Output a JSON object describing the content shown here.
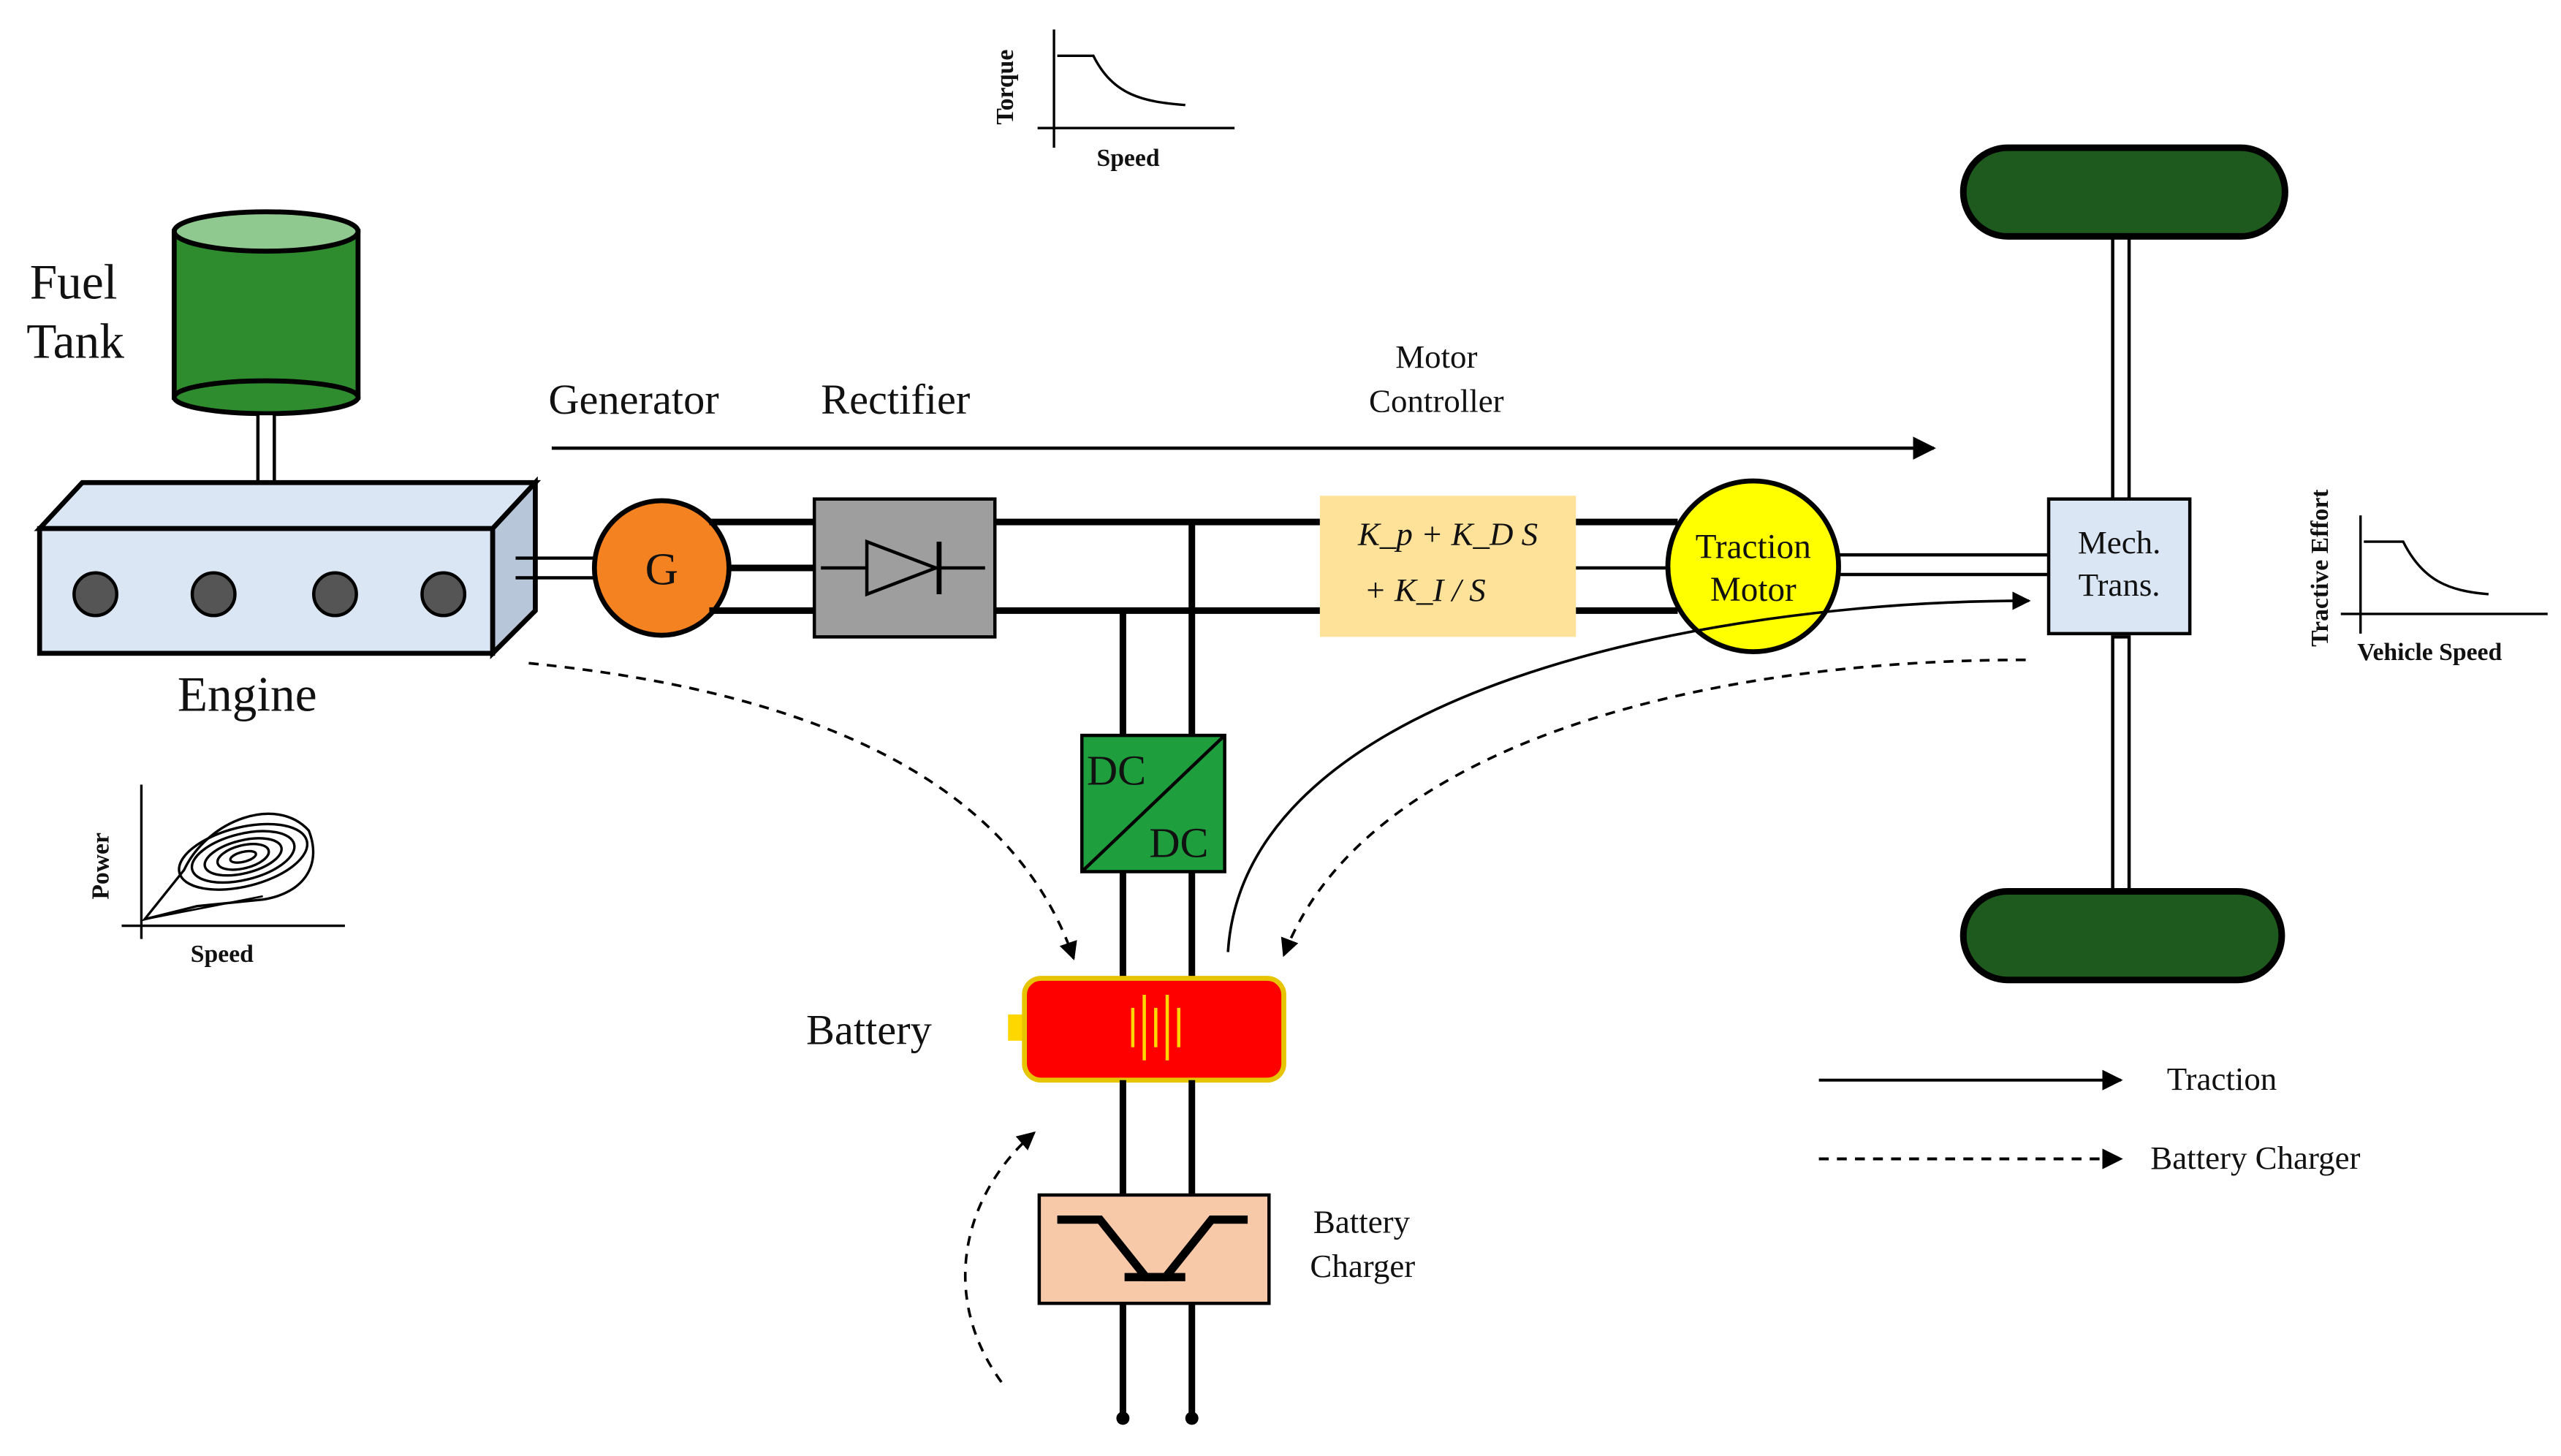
{
  "labels": {
    "fuel_tank_line1": "Fuel",
    "fuel_tank_line2": "Tank",
    "engine": "Engine",
    "generator": "Generator",
    "generator_symbol": "G",
    "rectifier": "Rectifier",
    "motor_controller_line1": "Motor",
    "motor_controller_line2": "Controller",
    "traction_motor_line1": "Traction",
    "traction_motor_line2": "Motor",
    "mech_trans_line1": "Mech.",
    "mech_trans_line2": "Trans.",
    "dc_top": "DC",
    "dc_bottom": "DC",
    "battery": "Battery",
    "battery_charger_line1": "Battery",
    "battery_charger_line2": "Charger",
    "pid_line1": "K_p + K_D S",
    "pid_line2": "+ K_I / S"
  },
  "mini_plots": {
    "torque_speed": {
      "ylabel": "Torque",
      "xlabel": "Speed"
    },
    "power_speed": {
      "ylabel": "Power",
      "xlabel": "Speed"
    },
    "tractive_effort": {
      "ylabel": "Tractive Effort",
      "xlabel": "Vehicle Speed"
    }
  },
  "legend": {
    "traction": "Traction",
    "battery_charger": "Battery Charger"
  },
  "colors": {
    "fuel_tank": "#2e8b2e",
    "fuel_tank_top": "#8fc98f",
    "engine_block": "#dbe6f4",
    "generator": "#f58220",
    "rectifier": "#9e9e9e",
    "controller": "#ffe29a",
    "traction_motor": "#ffff00",
    "mech_trans": "#dbe6f4",
    "dc_dc": "#1f9e3e",
    "battery": "#ff0000",
    "battery_accent": "#ffd700",
    "battery_charger": "#f8c9a8",
    "wheels": "#1e5a1e"
  }
}
